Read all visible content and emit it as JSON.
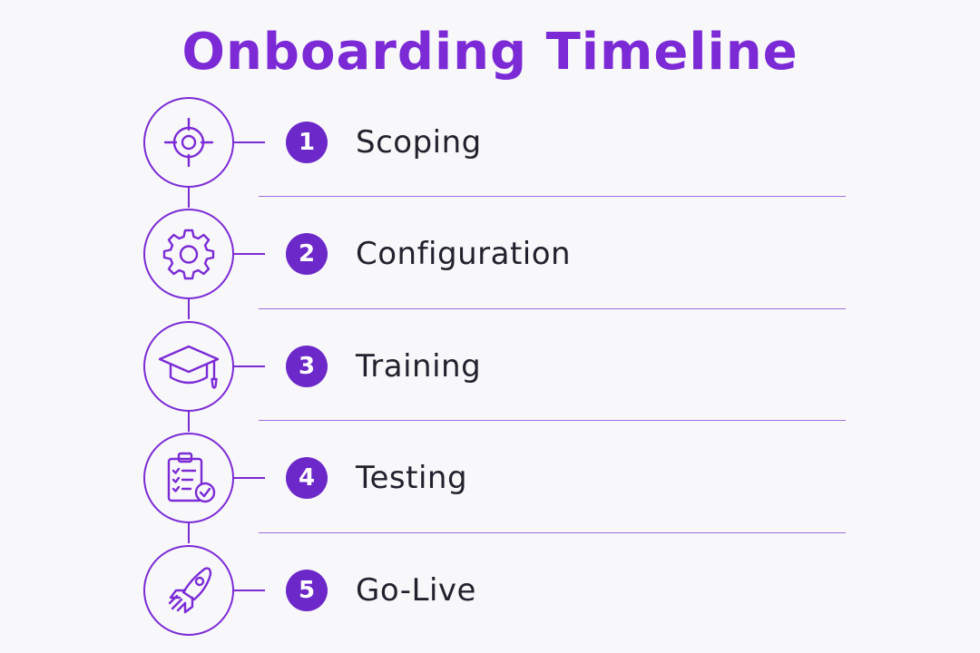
{
  "title": "Onboarding Timeline",
  "colors": {
    "accent": "#7b2ad6",
    "badge": "#6d28c9",
    "text": "#22222e",
    "background": "#f8f8fa"
  },
  "steps": [
    {
      "number": "1",
      "label": "Scoping",
      "icon": "target-icon"
    },
    {
      "number": "2",
      "label": "Configuration",
      "icon": "gear-icon"
    },
    {
      "number": "3",
      "label": "Training",
      "icon": "graduation-cap-icon"
    },
    {
      "number": "4",
      "label": "Testing",
      "icon": "clipboard-check-icon"
    },
    {
      "number": "5",
      "label": "Go-Live",
      "icon": "rocket-icon"
    }
  ]
}
